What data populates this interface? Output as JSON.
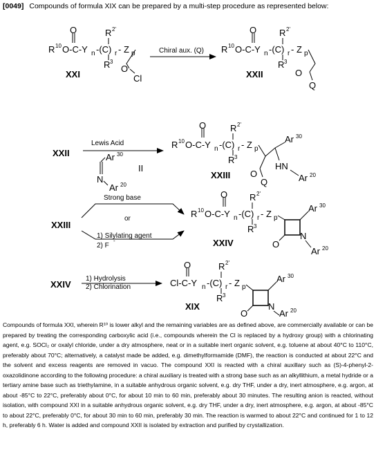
{
  "header": {
    "paragraph_number": "[0049]",
    "text": "Compounds of formula XIX can be prepared by a multi-step procedure as represented below:"
  },
  "scheme": {
    "labels": {
      "xxi": "XXI",
      "xxii": "XXII",
      "xxiii": "XXIII",
      "xxiv": "XXIV",
      "xix": "XIX"
    },
    "reagents": {
      "step1": "Chiral aux. (Q)",
      "step2": "Lewis Acid",
      "step3a": "Strong base",
      "step3_or": "or",
      "step3b_1": "1) Silylating agent",
      "step3b_2": "2) F",
      "step4_1": "1) Hydrolysis",
      "step4_2": "2) Chlorination"
    }
  },
  "paragraph": "Compounds of formula XXI, wherein R¹⁰ is lower alkyl and the remaining variables are as defined above, are commercially available or can be prepared by treating the corresponding carboxylic acid (i.e., compounds wherein the Cl is replaced by a hydroxy group) with a chlorinating agent, e.g. SOCl₂ or oxalyl chloride, under a dry atmosphere, neat or in a suitable inert organic solvent, e.g. toluene at about 40°C to 110°C, preferably about 70°C; alternatively, a catalyst made be added, e.g. dimethylformamide (DMF), the reaction is conducted at about 22°C and the solvent and excess reagents are removed in vacuo. The compound XXI is reacted with a chiral auxillary such as (S)-4-phenyl-2-oxazolidinone according to the following procedure: a chiral auxiliary is treated with a strong base such as an alkyllithium, a metal hydride or a tertiary amine base such as triethylamine, in a suitable anhydrous organic solvent, e.g. dry THF, under a dry, inert atmosphere, e.g. argon, at about -85°C to 22°C, preferably about 0°C, for about 10 min to 60 min, preferably about 30 minutes. The resulting anion is reacted, without isolation, with compound XXI in a suitable anhydrous organic solvent, e.g. dry THF, under a dry, inert atmosphere, e.g. argon, at about -85°C to about 22°C, preferably 0°C, for about 30 min to 60 min, preferably 30 min. The reaction is warmed to about 22°C and continued for 1 to 12 h, preferably 6 h. Water is added and compound XXII is isolated by extraction and purified by crystallization."
}
